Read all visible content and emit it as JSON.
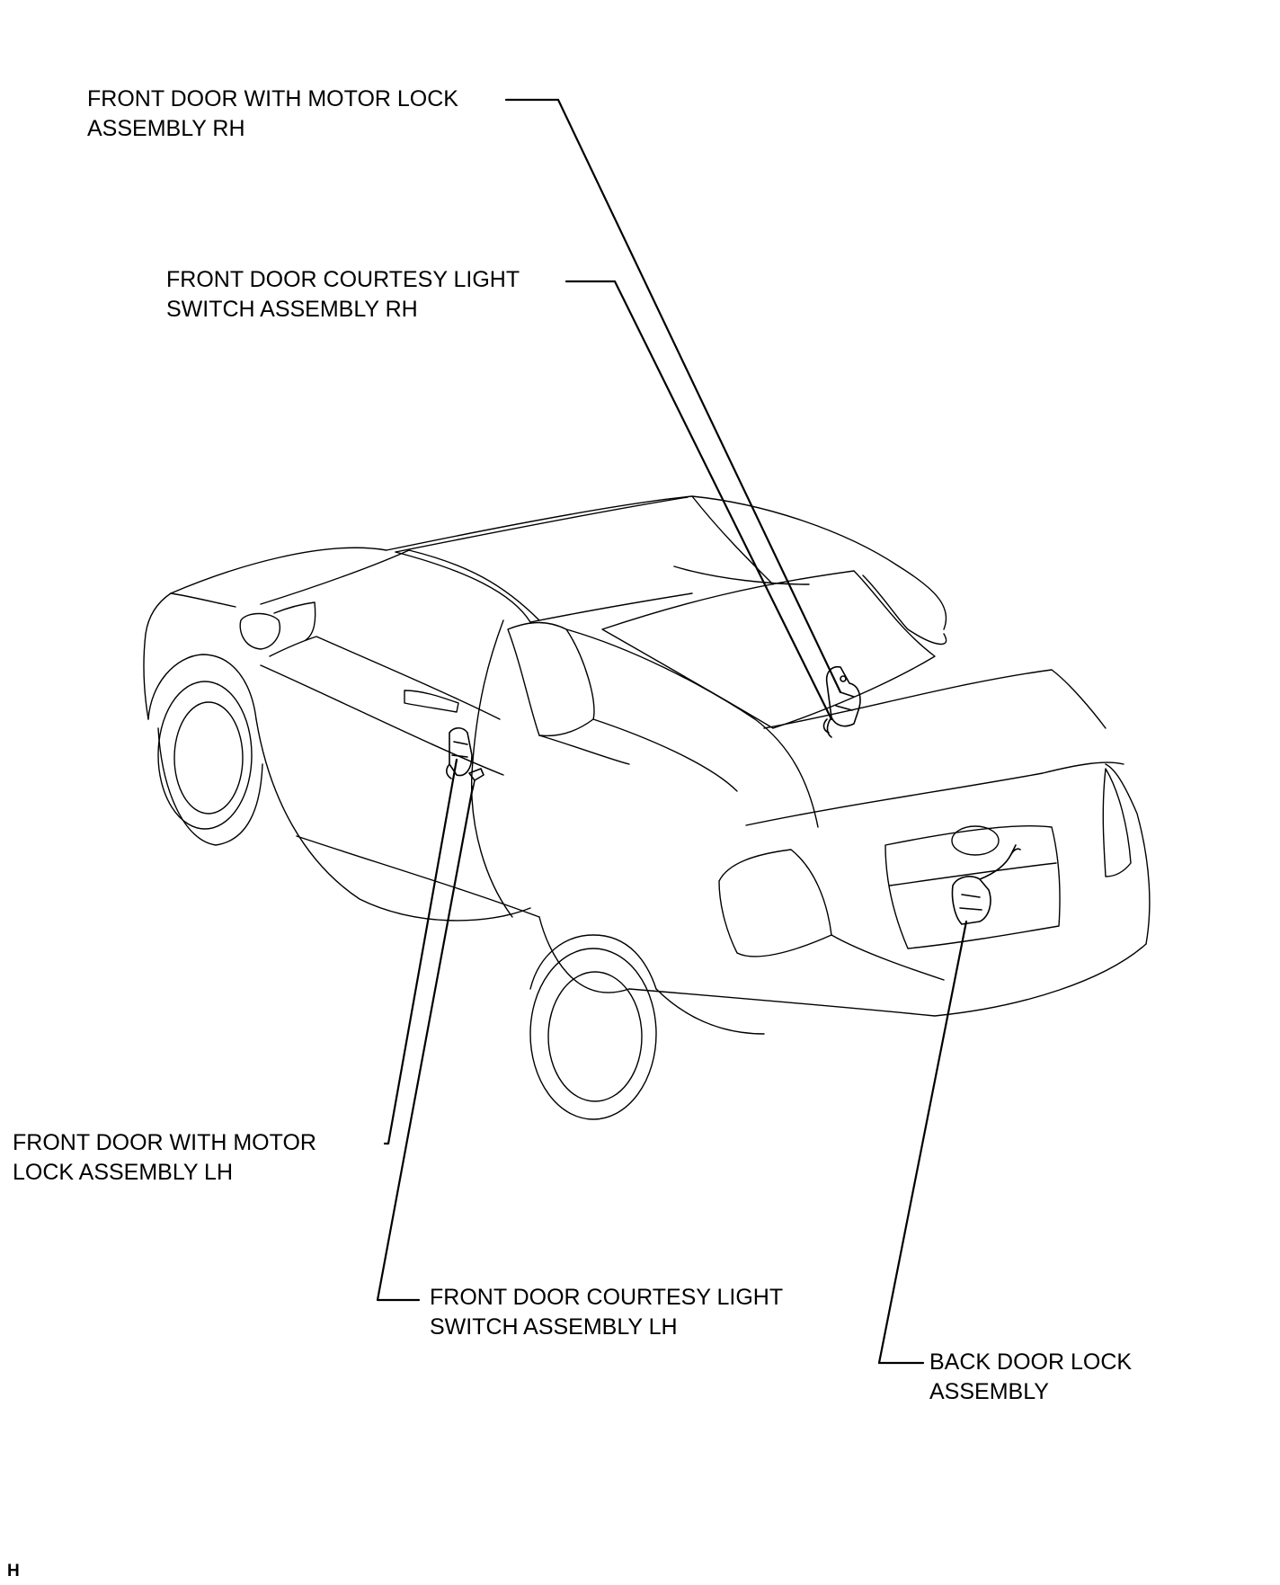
{
  "callouts": {
    "rh_lock": {
      "line1": "FRONT DOOR WITH MOTOR LOCK",
      "line2": "ASSEMBLY RH"
    },
    "rh_switch": {
      "line1": "FRONT DOOR COURTESY LIGHT",
      "line2": "SWITCH ASSEMBLY RH"
    },
    "lh_lock": {
      "line1": "FRONT DOOR WITH MOTOR",
      "line2": "LOCK ASSEMBLY LH"
    },
    "lh_switch": {
      "line1": "FRONT DOOR COURTESY LIGHT",
      "line2": "SWITCH ASSEMBLY LH"
    },
    "back_lock": {
      "line1": "BACK DOOR LOCK",
      "line2": "ASSEMBLY"
    }
  },
  "corner_mark": "H",
  "colors": {
    "line": "#000000",
    "background": "#ffffff"
  }
}
